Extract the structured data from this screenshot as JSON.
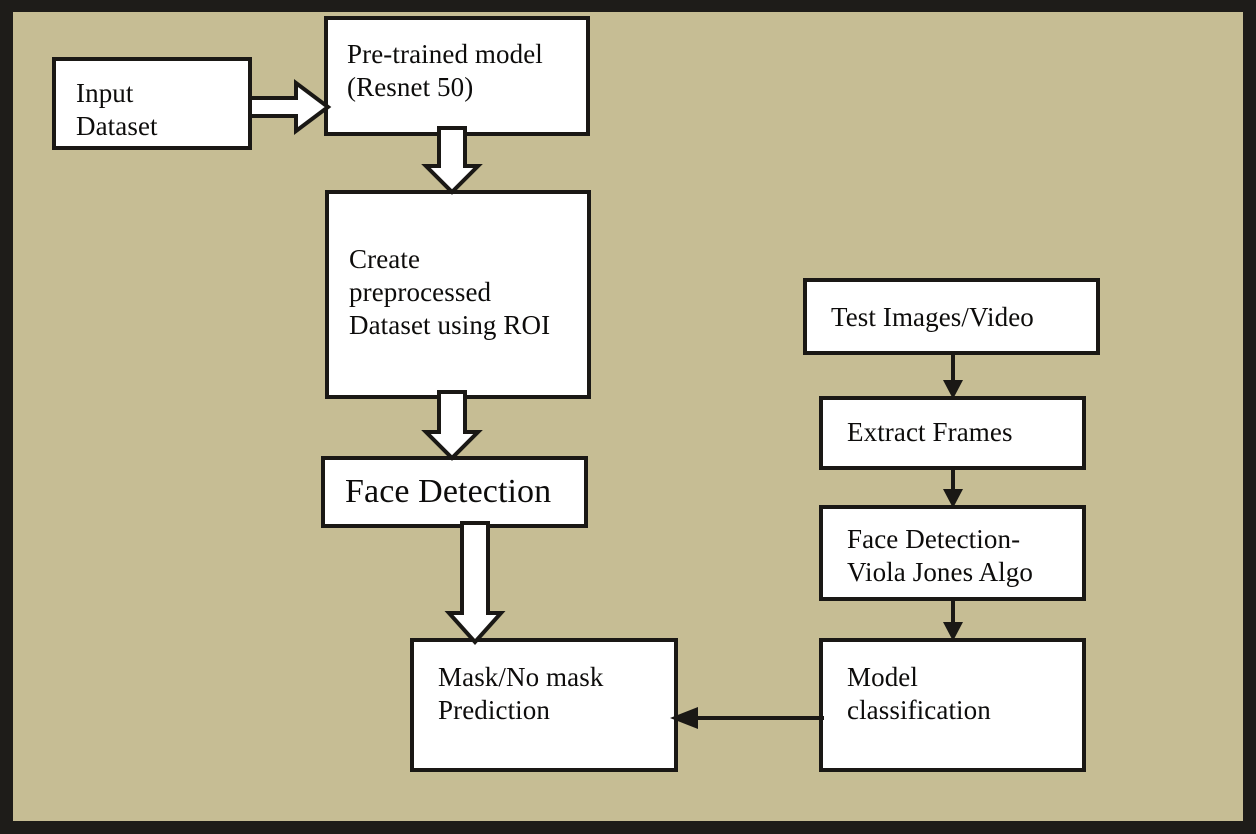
{
  "figure": {
    "title": "Mask / No-mask detection pipeline flowchart",
    "background_color": "#c6bd94",
    "frame_color": "#1e1c19",
    "node_fill": "#ffffff",
    "stroke_color": "#1a1815"
  },
  "nodes": {
    "input_dataset": {
      "label": "Input\nDataset"
    },
    "pretrained_model": {
      "label": "Pre-trained model\n(Resnet 50)"
    },
    "create_preprocessed": {
      "label": "Create\npreprocessed\nDataset using ROI"
    },
    "face_detection": {
      "label": "Face Detection"
    },
    "mask_prediction": {
      "label": "Mask/No mask\nPrediction"
    },
    "test_images": {
      "label": "Test Images/Video"
    },
    "extract_frames": {
      "label": "Extract Frames"
    },
    "face_viola": {
      "label": "Face Detection-\nViola Jones Algo"
    },
    "model_classification": {
      "label": "Model\nclassification"
    }
  },
  "edges": [
    {
      "id": "input-to-pretrained",
      "from": "input_dataset",
      "to": "pretrained_model",
      "style": "hollow",
      "direction": "right"
    },
    {
      "id": "pretrained-to-create",
      "from": "pretrained_model",
      "to": "create_preprocessed",
      "style": "hollow",
      "direction": "down"
    },
    {
      "id": "create-to-face",
      "from": "create_preprocessed",
      "to": "face_detection",
      "style": "hollow",
      "direction": "down"
    },
    {
      "id": "face-to-mask",
      "from": "face_detection",
      "to": "mask_prediction",
      "style": "hollow",
      "direction": "down"
    },
    {
      "id": "test-to-extract",
      "from": "test_images",
      "to": "extract_frames",
      "style": "solid",
      "direction": "down"
    },
    {
      "id": "extract-to-viola",
      "from": "extract_frames",
      "to": "face_viola",
      "style": "solid",
      "direction": "down"
    },
    {
      "id": "viola-to-model",
      "from": "face_viola",
      "to": "model_classification",
      "style": "solid",
      "direction": "down"
    },
    {
      "id": "model-to-mask",
      "from": "model_classification",
      "to": "mask_prediction",
      "style": "solid",
      "direction": "left"
    }
  ]
}
